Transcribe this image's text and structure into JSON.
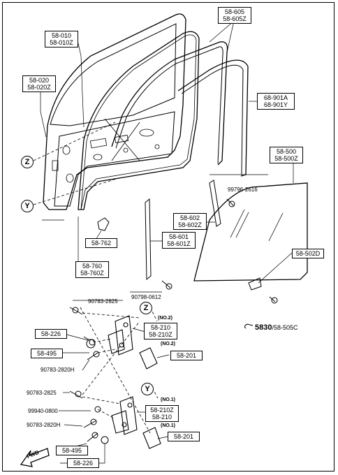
{
  "diagram": {
    "ink_color": "#000000",
    "boxed_labels": {
      "p58_605": [
        "58-605",
        "58-605Z"
      ],
      "p58_010": [
        "58-010",
        "58-010Z"
      ],
      "p58_020": [
        "58-020",
        "58-020Z"
      ],
      "p68_901": [
        "68-901A",
        "68-901Y"
      ],
      "p58_500": [
        "58-500",
        "58-500Z"
      ],
      "p58_602": [
        "58-602",
        "58-602Z"
      ],
      "p58_601": [
        "58-601",
        "58-601Z"
      ],
      "p58_762": [
        "58-762"
      ],
      "p58_760": [
        "58-760",
        "58-760Z"
      ],
      "p58_502D": [
        "58-502D"
      ],
      "p58_226_top": [
        "58-226"
      ],
      "p58_495_top": [
        "58-495"
      ],
      "p58_210_top": [
        "58-210",
        "58-210Z"
      ],
      "p58_201_top": [
        "58-201"
      ],
      "p58_210_bot": [
        "58-210Z",
        "58-210"
      ],
      "p58_201_bot": [
        "58-201"
      ],
      "p58_495_bot": [
        "58-495"
      ],
      "p58_226_bot": [
        "58-226"
      ]
    },
    "plain_labels": {
      "b99796": "99796-2616",
      "b90798": "90798-0612",
      "b90783_a": "90783-2825",
      "b90783_2820_a": "90783-2820H",
      "b90783_b": "90783-2825",
      "b99940": "99940-0800",
      "b90783_2820_b": "90783-2820H"
    },
    "notes": {
      "no2_a": "(NO.2)",
      "no2_b": "(NO.2)",
      "no1_a": "(NO.1)",
      "no1_b": "(NO.1)"
    },
    "circled_refs": {
      "z1": "Z",
      "y1": "Y",
      "z2": "Z",
      "y2": "Y"
    },
    "cross_ref": {
      "bold": "5830",
      "rest": "/58-505C"
    },
    "fwd": "FWD"
  }
}
